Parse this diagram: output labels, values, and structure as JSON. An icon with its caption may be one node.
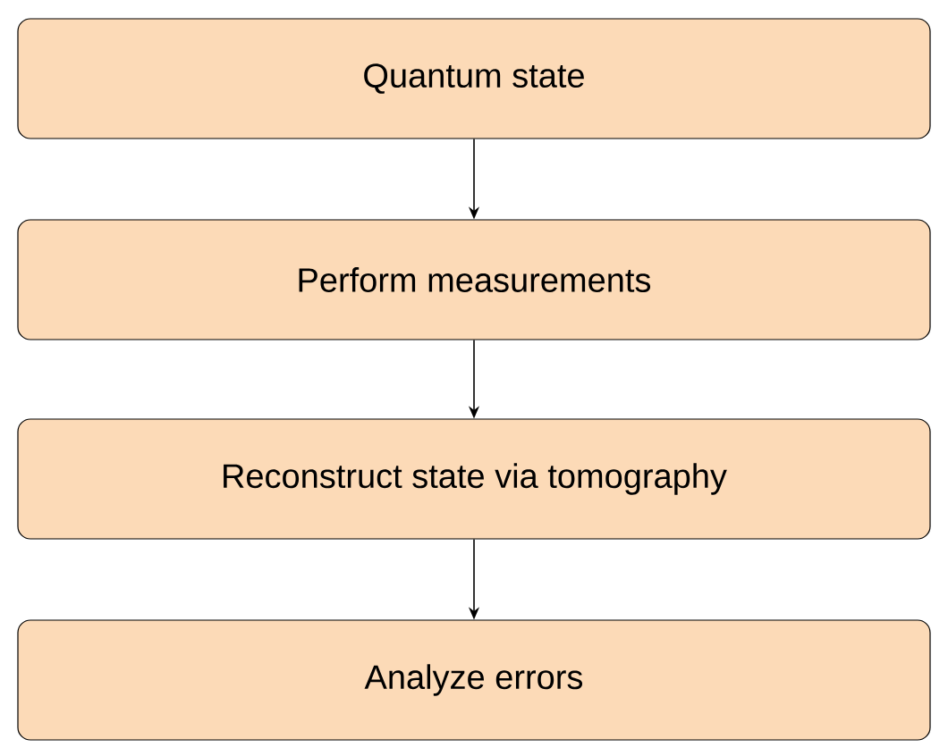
{
  "diagram": {
    "nodes": [
      {
        "text": [
          "Quantum state"
        ]
      },
      {
        "text": [
          "Perform measurements"
        ]
      },
      {
        "text": [
          "Reconstruct state via tomography"
        ]
      },
      {
        "text": [
          "Analyze errors"
        ]
      }
    ],
    "edges": [
      {
        "from": 0,
        "to": 1,
        "arrow": "to"
      },
      {
        "from": 1,
        "to": 2,
        "arrow": "to"
      },
      {
        "from": 2,
        "to": 3,
        "arrow": "to"
      }
    ]
  }
}
